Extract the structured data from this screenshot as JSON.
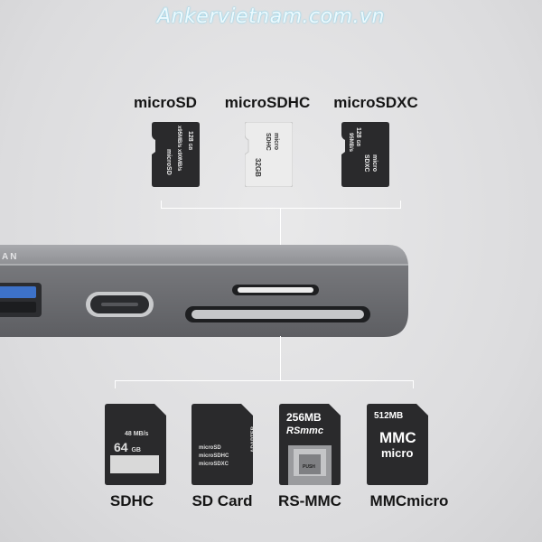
{
  "watermark": "Ankervietnam.com.vn",
  "top_cards": [
    {
      "label": "microSD",
      "lines": [
        "128",
        "GB",
        "x95MB/s",
        "x90MB/s",
        "microSD"
      ],
      "color": "#2a2a2c"
    },
    {
      "label": "microSDHC",
      "lines": [
        "micro",
        "SDHC",
        "32GB"
      ],
      "color": "#ececec"
    },
    {
      "label": "microSDXC",
      "lines": [
        "128",
        "GB",
        "95MB/s",
        "micro",
        "SDXC"
      ],
      "color": "#2a2a2c"
    }
  ],
  "bottom_cards": [
    {
      "label": "SDHC",
      "lines": [
        "48 MB/s",
        "64",
        "GB"
      ]
    },
    {
      "label": "SD Card",
      "lines": [
        "microSD",
        "microSDHC",
        "microSDXC",
        "ADAPTER"
      ]
    },
    {
      "label": "RS-MMC",
      "lines": [
        "256MB",
        "RSmmc",
        "PUSH"
      ]
    },
    {
      "label": "MMCmicro",
      "lines": [
        "512MB",
        "MMC",
        "micro"
      ]
    }
  ],
  "hub": {
    "brand_fragment": "AN"
  },
  "colors": {
    "hub_body": "#8d8e92",
    "connector_lines": "#ffffff",
    "text": "#151515",
    "watermark_glow": "#7fd3ee"
  }
}
